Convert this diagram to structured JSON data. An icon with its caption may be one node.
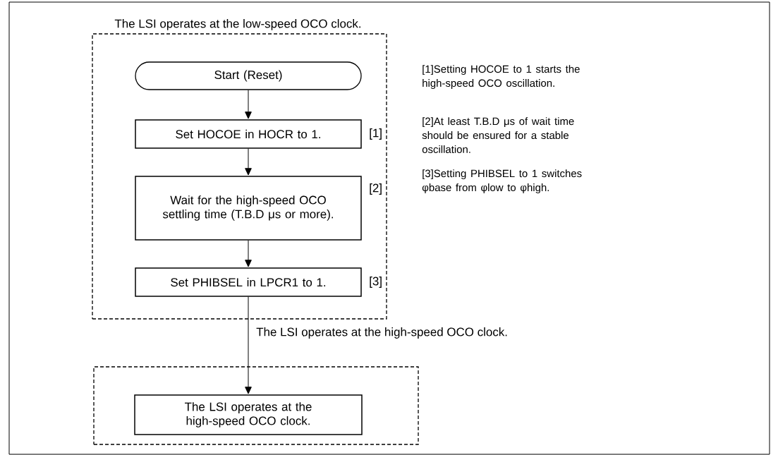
{
  "diagram": {
    "nodes": [
      {
        "text": [
          "The LSI operates at the low-speed OCO clock."
        ]
      },
      {
        "text": [
          "Start (Reset)"
        ],
        "in": 0
      },
      {
        "text": [
          "Set HOCOE in HOCR to 1."
        ],
        "in": 0,
        "beside": [
          "[1]"
        ]
      },
      {
        "text": [
          "Wait for the high-speed OCO settling time (T.B.D μs or more)."
        ],
        "in": 0,
        "beside": [
          "[2]"
        ]
      },
      {
        "text": [
          "Set PHIBSEL in LPCR1 to 1."
        ],
        "in": 0,
        "beside": [
          "[3]"
        ]
      },
      {
        "text": [],
        "shape": "box"
      },
      {
        "text": [
          "The LSI operates at the high-speed OCO clock."
        ],
        "in": 5
      }
    ],
    "edges": [
      {
        "from": 1,
        "to": 2,
        "arrow": "to"
      },
      {
        "from": 2,
        "to": 3,
        "arrow": "to"
      },
      {
        "from": 3,
        "to": 4,
        "arrow": "to"
      },
      {
        "from": 4,
        "to": 6,
        "arrow": "to",
        "label": "The LSI operates at the high-speed OCO clock."
      }
    ],
    "labels": [
      "[1]Setting HOCOE to 1 starts the high-speed OCO oscillation.",
      "[2]At least T.B.D μs of wait time should be ensured for a stable oscillation.",
      "[3]Setting PHIBSEL to 1 switches φbase from φlow to φhigh."
    ]
  }
}
